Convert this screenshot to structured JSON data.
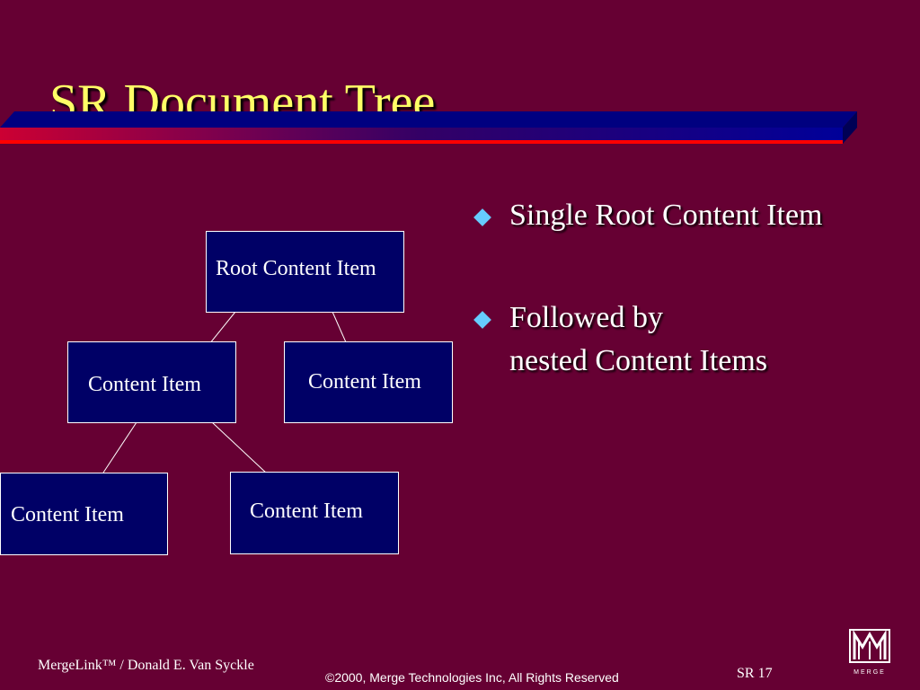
{
  "slide": {
    "title": "SR Document Tree"
  },
  "diagram": {
    "root_label": "Root Content Item",
    "level1_left_label": "Content Item",
    "level1_right_label": "Content Item",
    "level2_left_label": "Content Item",
    "level2_right_label": "Content Item"
  },
  "bullets": [
    {
      "line1": "Single Root Content Item",
      "line2": ""
    },
    {
      "line1": "Followed by",
      "line2": "nested Content Items"
    }
  ],
  "footer": {
    "author": "MergeLink™ / Donald E. Van Syckle",
    "copyright": "©2000, Merge Technologies Inc,  All Rights Reserved",
    "page": "SR 17",
    "logo_text": "MERGE"
  },
  "colors": {
    "background": "#660033",
    "title": "#ffff66",
    "box_fill": "#000066",
    "bullet": "#66ccff"
  }
}
